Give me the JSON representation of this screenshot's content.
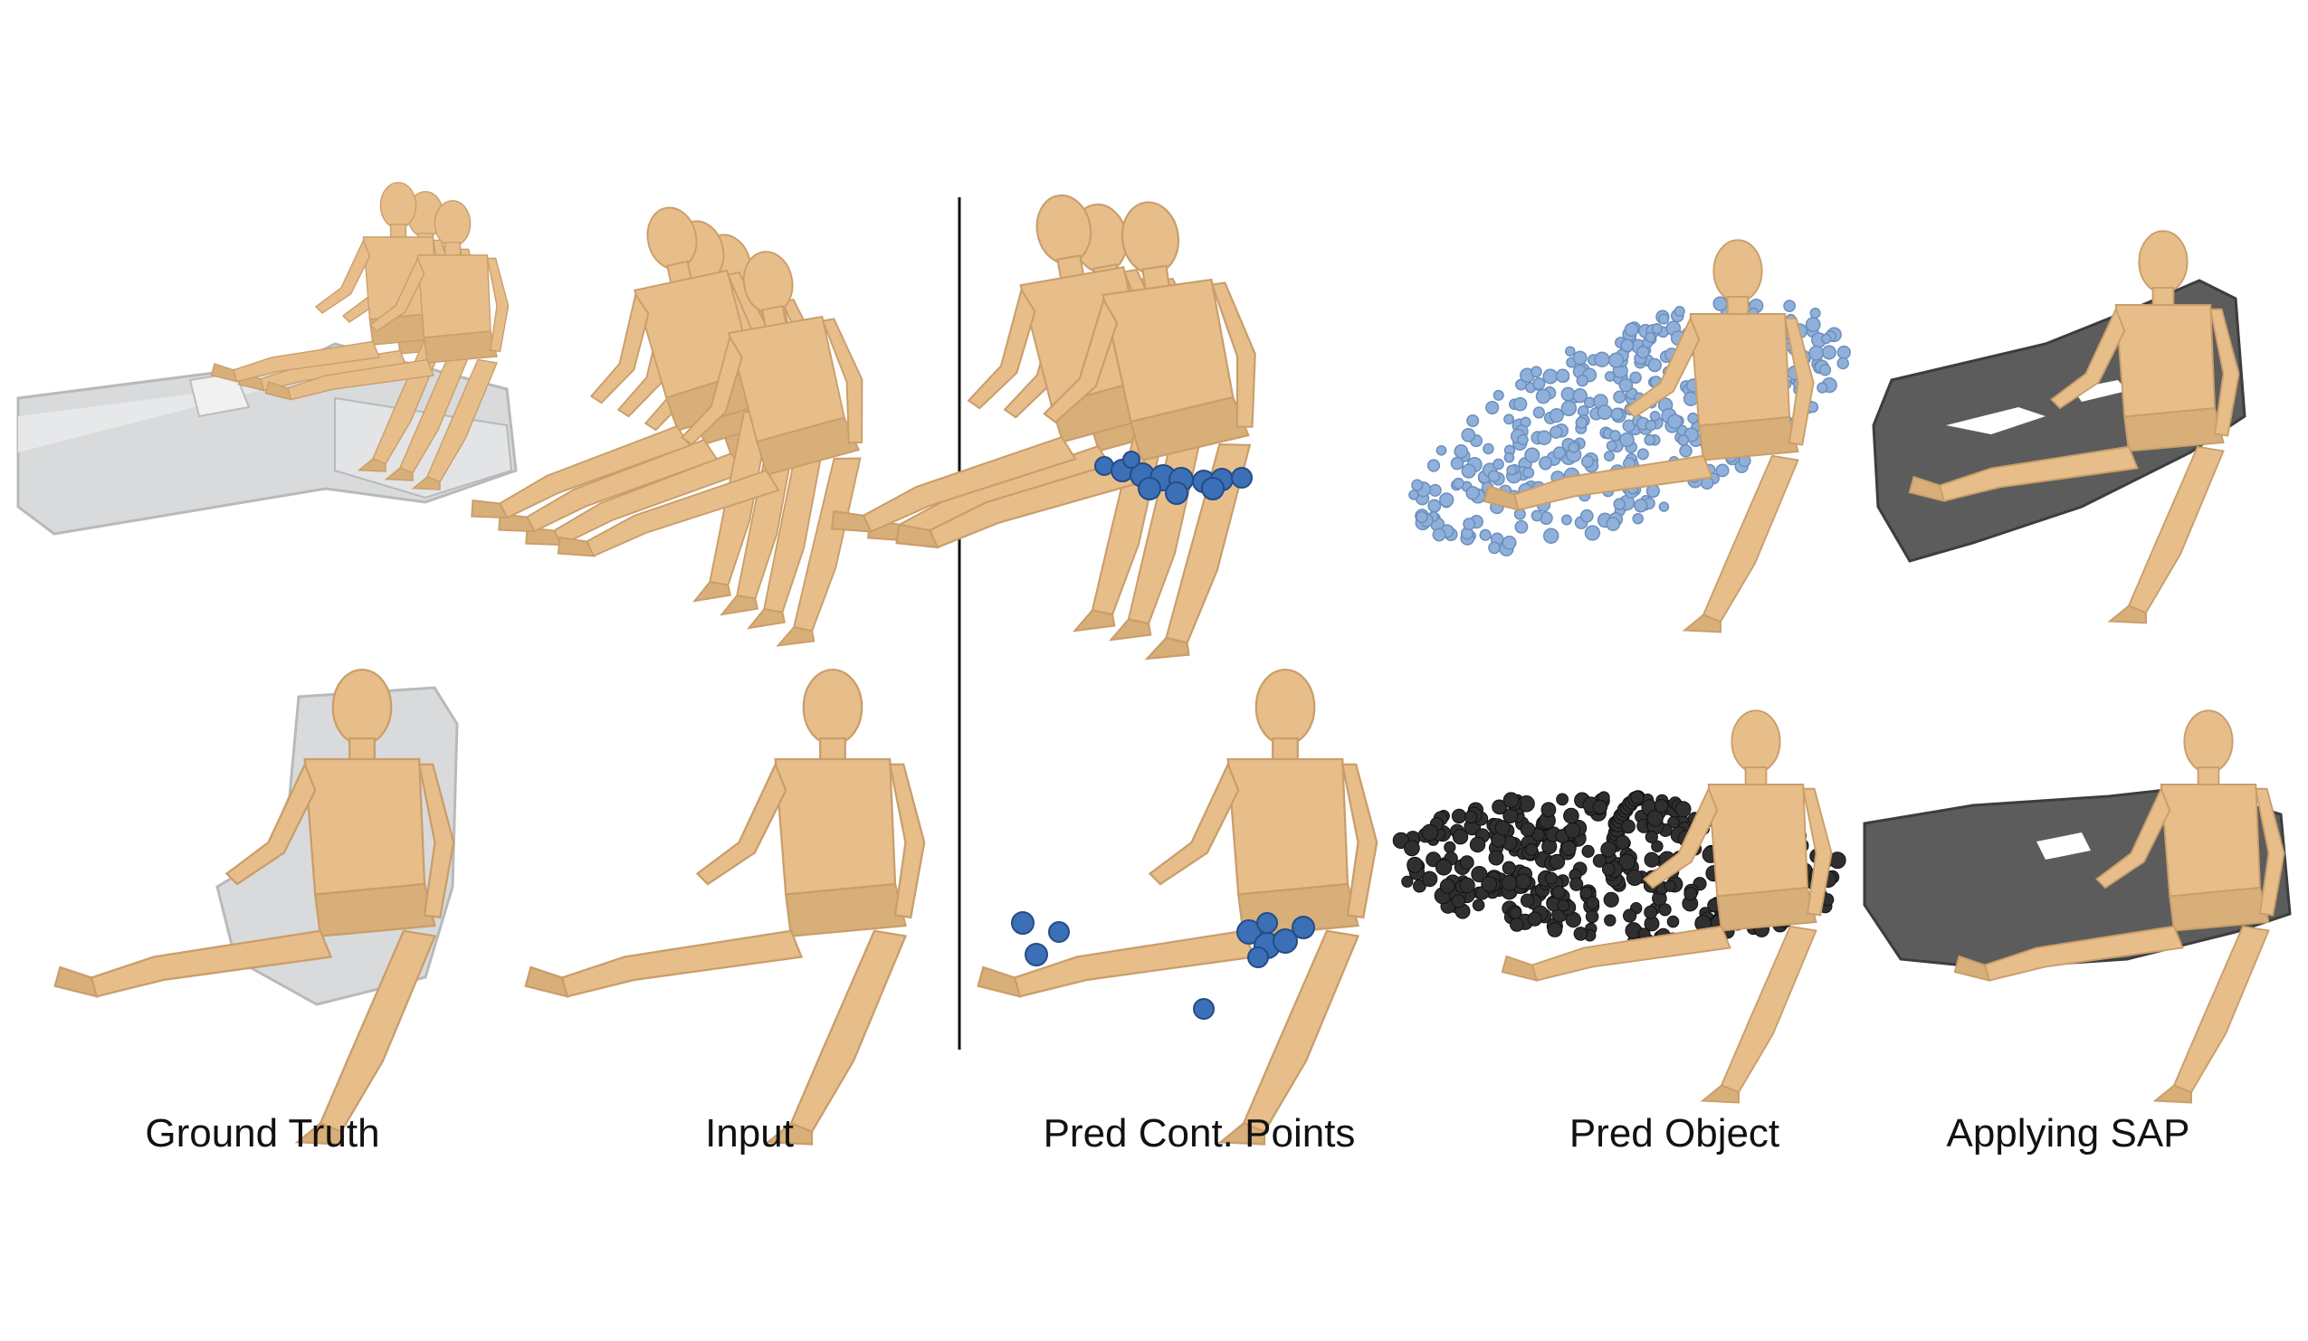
{
  "columns": [
    {
      "label": "Ground Truth"
    },
    {
      "label": "Input"
    },
    {
      "label": "Pred Cont. Points"
    },
    {
      "label": "Pred Object"
    },
    {
      "label": "Applying SAP"
    }
  ],
  "colors": {
    "human_skin": "#e7be8a",
    "human_shade": "#c99e6b",
    "gt_object": "#d9dadb",
    "contact_points": "#3b6fb6",
    "pred_points_row1": "#8fb0da",
    "pred_points_row2": "#2f2f2f",
    "sap_mesh": "#5c5c5c",
    "divider": "#111111"
  }
}
